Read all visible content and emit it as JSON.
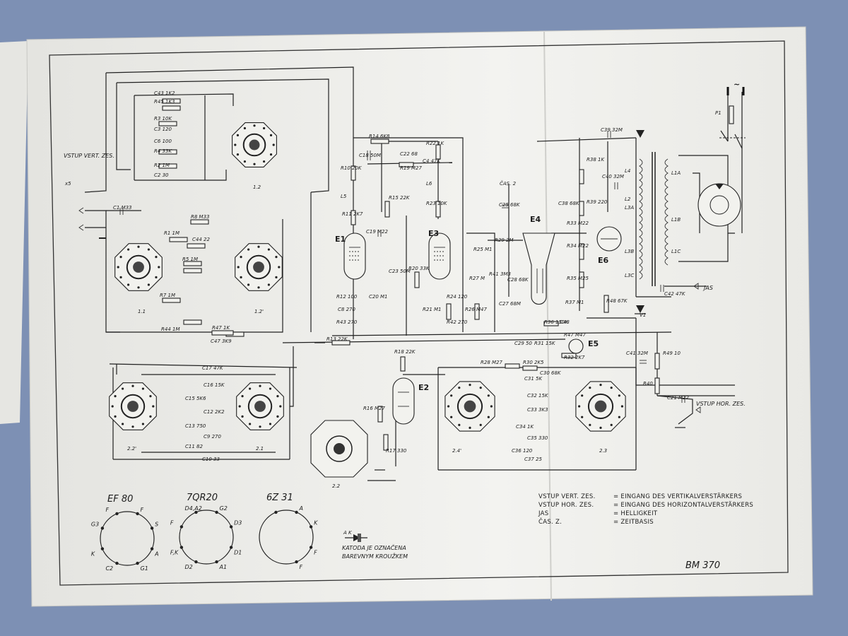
{
  "schematic": {
    "model": "BM 370",
    "input_vert_label": "VSTUP VERT. ZES.",
    "input_hor_label": "VSTUP HOR. ZES.",
    "jas_label": "JAS",
    "cas_label": "ČAS. 2",
    "x5_label": "x5",
    "tubes": [
      {
        "id": "E1",
        "label": "E1"
      },
      {
        "id": "E2",
        "label": "E2"
      },
      {
        "id": "E3",
        "label": "E3"
      },
      {
        "id": "E4",
        "label": "E4"
      },
      {
        "id": "E5",
        "label": "E5"
      },
      {
        "id": "E6",
        "label": "E6"
      }
    ],
    "diode_label": "V1",
    "switch_labels": [
      "1.2",
      "1.1",
      "1.2'",
      "2.2'",
      "2.1",
      "2.2",
      "2.4'",
      "2.3"
    ],
    "transformer_labels": [
      "L1A",
      "L1B",
      "L1C",
      "L3A",
      "L3B",
      "L3C",
      "L4",
      "L2"
    ],
    "fuse_label": "P1",
    "mains_symbol": "~",
    "components": [
      {
        "id": "C43",
        "value": "1K2"
      },
      {
        "id": "R45",
        "value": "1K3"
      },
      {
        "id": "R3",
        "value": "10K"
      },
      {
        "id": "C3",
        "value": "120"
      },
      {
        "id": "C6",
        "value": "100"
      },
      {
        "id": "R4",
        "value": "33K"
      },
      {
        "id": "R2",
        "value": "1M"
      },
      {
        "id": "C2",
        "value": "30"
      },
      {
        "id": "C1",
        "value": "M33"
      },
      {
        "id": "R8",
        "value": "M33"
      },
      {
        "id": "R1",
        "value": "1M"
      },
      {
        "id": "C44",
        "value": "22"
      },
      {
        "id": "R5",
        "value": "1M"
      },
      {
        "id": "R7",
        "value": "1M"
      },
      {
        "id": "R44",
        "value": "1M"
      },
      {
        "id": "R47",
        "value": "1K"
      },
      {
        "id": "C47",
        "value": "3K9"
      },
      {
        "id": "R13",
        "value": "22K"
      },
      {
        "id": "R14",
        "value": "6K8"
      },
      {
        "id": "C18",
        "value": "50M"
      },
      {
        "id": "R10",
        "value": "20K"
      },
      {
        "id": "L5",
        "value": ""
      },
      {
        "id": "R11",
        "value": "2K7"
      },
      {
        "id": "C19",
        "value": "M22"
      },
      {
        "id": "R12",
        "value": "100"
      },
      {
        "id": "C8",
        "value": "270"
      },
      {
        "id": "R43",
        "value": "270"
      },
      {
        "id": "C20",
        "value": "M1"
      },
      {
        "id": "R15",
        "value": "22K"
      },
      {
        "id": "C22",
        "value": "68"
      },
      {
        "id": "R19",
        "value": "M27"
      },
      {
        "id": "C4",
        "value": "47K"
      },
      {
        "id": "R22",
        "value": "1K"
      },
      {
        "id": "L6",
        "value": ""
      },
      {
        "id": "R23",
        "value": "10K"
      },
      {
        "id": "C23",
        "value": "50M"
      },
      {
        "id": "R20",
        "value": "33K"
      },
      {
        "id": "R21",
        "value": "M1"
      },
      {
        "id": "R24",
        "value": "120"
      },
      {
        "id": "R42",
        "value": "270"
      },
      {
        "id": "C25",
        "value": "68K"
      },
      {
        "id": "R29",
        "value": "2M"
      },
      {
        "id": "R25",
        "value": "M1"
      },
      {
        "id": "R27",
        "value": "M"
      },
      {
        "id": "R41",
        "value": "3M3"
      },
      {
        "id": "C28",
        "value": "68K"
      },
      {
        "id": "R26",
        "value": "M47"
      },
      {
        "id": "C27",
        "value": "68M"
      },
      {
        "id": "C38",
        "value": "68K"
      },
      {
        "id": "R33",
        "value": "M22"
      },
      {
        "id": "R34",
        "value": "M22"
      },
      {
        "id": "R35",
        "value": "M25"
      },
      {
        "id": "R37",
        "value": "M1"
      },
      {
        "id": "R48",
        "value": "67K"
      },
      {
        "id": "R36",
        "value": "150K"
      },
      {
        "id": "C48",
        "value": ""
      },
      {
        "id": "R47b",
        "value": "M47"
      },
      {
        "id": "R32",
        "value": "2K7"
      },
      {
        "id": "C29",
        "value": "50"
      },
      {
        "id": "R31",
        "value": "15K"
      },
      {
        "id": "R18",
        "value": "22K"
      },
      {
        "id": "R28",
        "value": "M27"
      },
      {
        "id": "R30",
        "value": "2K5"
      },
      {
        "id": "C30",
        "value": "68K"
      },
      {
        "id": "C39",
        "value": "32M"
      },
      {
        "id": "R38",
        "value": "1K"
      },
      {
        "id": "C40",
        "value": "32M"
      },
      {
        "id": "R39",
        "value": "220"
      },
      {
        "id": "C42",
        "value": "47K"
      },
      {
        "id": "C41",
        "value": "32M"
      },
      {
        "id": "R49",
        "value": "10"
      },
      {
        "id": "R40",
        "value": ""
      },
      {
        "id": "C21",
        "value": "M22"
      },
      {
        "id": "C17",
        "value": "47K"
      },
      {
        "id": "C16",
        "value": "15K"
      },
      {
        "id": "C15",
        "value": "5K6"
      },
      {
        "id": "C12",
        "value": "2K2"
      },
      {
        "id": "C13",
        "value": "750"
      },
      {
        "id": "C9",
        "value": "270"
      },
      {
        "id": "C11",
        "value": "82"
      },
      {
        "id": "C10",
        "value": "33"
      },
      {
        "id": "R16",
        "value": "M27"
      },
      {
        "id": "R17",
        "value": "330"
      },
      {
        "id": "C31",
        "value": "5K"
      },
      {
        "id": "C32",
        "value": "15K"
      },
      {
        "id": "C33",
        "value": "3K3"
      },
      {
        "id": "C34",
        "value": "1K"
      },
      {
        "id": "C35",
        "value": "330"
      },
      {
        "id": "C36",
        "value": "120"
      },
      {
        "id": "C37",
        "value": "25"
      }
    ],
    "pinouts": [
      {
        "name": "EF 80",
        "pins": [
          "F",
          "F",
          "S",
          "A",
          "G1",
          "C2",
          "K",
          "G3"
        ]
      },
      {
        "name": "7QR20",
        "pins": [
          "D4,A2",
          "G2",
          "D3",
          "D1",
          "A1",
          "D2",
          "F,K",
          "F"
        ]
      },
      {
        "name": "6Z 31",
        "pins": [
          "",
          "A",
          "K",
          "F",
          "F"
        ]
      }
    ],
    "cathode_note": {
      "symbol": "A K",
      "lines": [
        "KATODA JE OZNAČENA",
        "BAREVNYM KROUŽKEM"
      ]
    },
    "legend": [
      {
        "term": "VSTUP VERT. ZES.",
        "meaning": "= EINGANG DES VERTIKALVERSTÄRKERS"
      },
      {
        "term": "VSTUP HOR. ZES.",
        "meaning": "= EINGANG DES HORIZONTALVERSTÄRKERS"
      },
      {
        "term": "JAS",
        "meaning": "= HELLIGKEIT"
      },
      {
        "term": "ČAS. Z.",
        "meaning": "= ZEITBASIS"
      }
    ]
  },
  "colors": {
    "background": "#7d90b4",
    "paper": "#f3f3f0",
    "ink": "#222222"
  }
}
